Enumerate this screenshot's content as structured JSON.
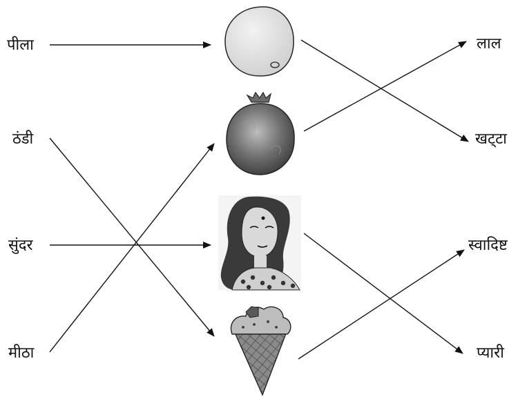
{
  "left_words": [
    "पीला",
    "ठंडी",
    "सुंदर",
    "मीठा"
  ],
  "right_words": [
    "लाल",
    "खट्‌टा",
    "स्वादिष्ट",
    "प्यारी"
  ],
  "pictures": [
    {
      "name": "lemon-icon"
    },
    {
      "name": "pomegranate-icon"
    },
    {
      "name": "girl-icon"
    },
    {
      "name": "ice-cream-cone-icon"
    }
  ],
  "matches_left": [
    0,
    3,
    2,
    1
  ],
  "matches_right": [
    1,
    0,
    3,
    2
  ],
  "colors": {
    "line": "#111111",
    "text": "#111111"
  }
}
